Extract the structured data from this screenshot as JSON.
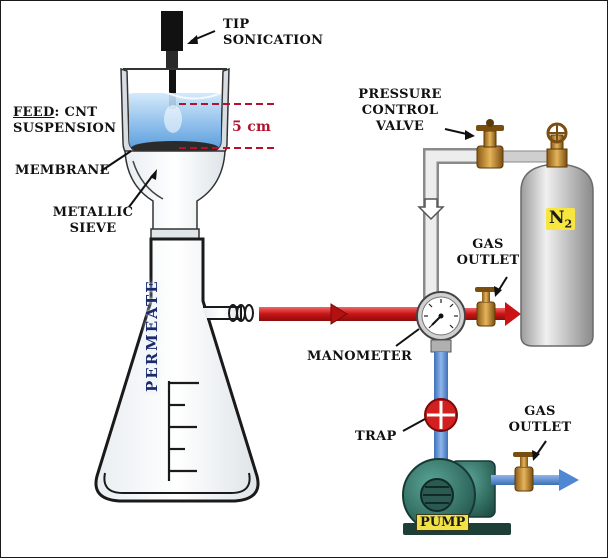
{
  "labels": {
    "tip_sonication": [
      "TIP",
      "SONICATION"
    ],
    "feed_word": "FEED",
    "feed_rest": ": CNT",
    "suspension": "SUSPENSION",
    "membrane": "MEMBRANE",
    "metallic_sieve": [
      "METALLIC",
      "SIEVE"
    ],
    "height": "5 cm",
    "pressure_control_valve": [
      "PRESSURE",
      "CONTROL",
      "VALVE"
    ],
    "gas_outlet_top": [
      "GAS",
      "OUTLET"
    ],
    "manometer": "MANOMETER",
    "trap": "TRAP",
    "gas_outlet_bottom": [
      "GAS",
      "OUTLET"
    ],
    "permeate": "PERMEATE",
    "pump": "PUMP",
    "cylinder_n": "N",
    "cylinder_sub": "2"
  },
  "colors": {
    "vacuum_line": "#d11a1a",
    "gas_line": "#e0e0e0",
    "pump_line": "#5b8fd6",
    "outlet_arrow": "#5b8fd6",
    "pump_body": "#2e6f63",
    "cylinder": "#c9c9c9",
    "valve_brass": "#b8862b",
    "dimension_lines": "#b3122f",
    "trap": "#d21f1f"
  }
}
